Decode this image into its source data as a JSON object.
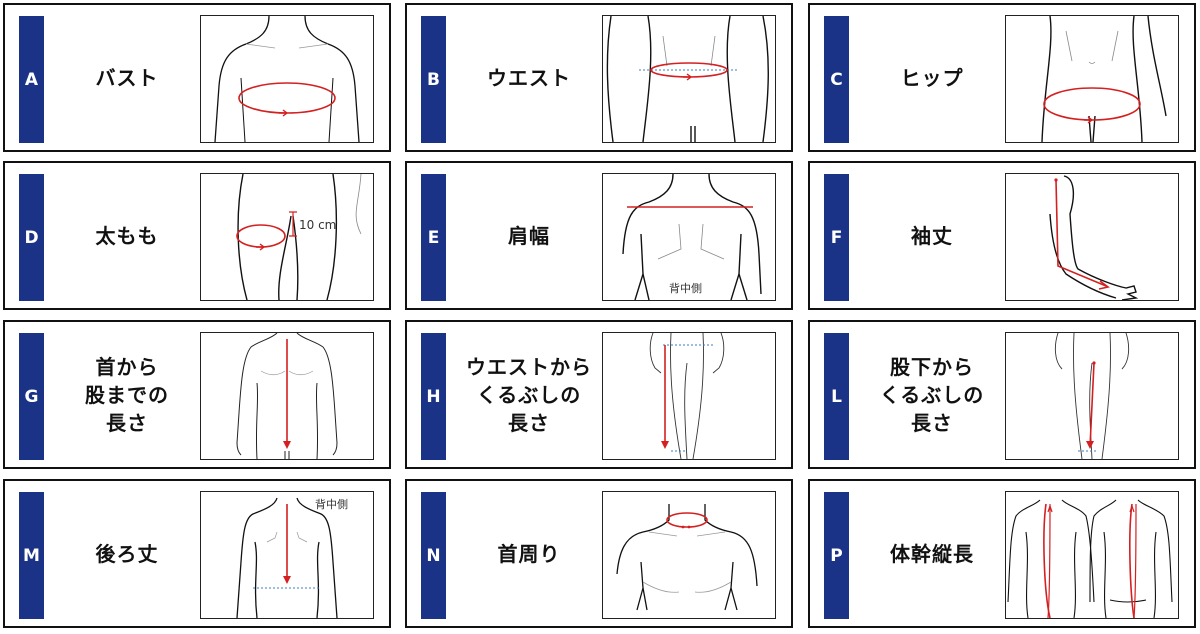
{
  "cards": [
    {
      "letter": "A",
      "label": "バスト"
    },
    {
      "letter": "B",
      "label": "ウエスト"
    },
    {
      "letter": "C",
      "label": "ヒップ"
    },
    {
      "letter": "D",
      "label": "太もも",
      "note": "10 cm"
    },
    {
      "letter": "E",
      "label": "肩幅",
      "note": "背中側"
    },
    {
      "letter": "F",
      "label": "袖丈"
    },
    {
      "letter": "G",
      "label": "首から\n股までの\n長さ"
    },
    {
      "letter": "H",
      "label": "ウエストから\nくるぶしの\n長さ"
    },
    {
      "letter": "L",
      "label": "股下から\nくるぶしの\n長さ"
    },
    {
      "letter": "M",
      "label": "後ろ丈",
      "note": "背中側"
    },
    {
      "letter": "N",
      "label": "首周り"
    },
    {
      "letter": "P",
      "label": "体幹縦長"
    }
  ],
  "colors": {
    "accent_bar": "#1a3386",
    "measure_line": "#d42020",
    "guide_dotted": "#3a7fc0",
    "outline": "#111111"
  }
}
